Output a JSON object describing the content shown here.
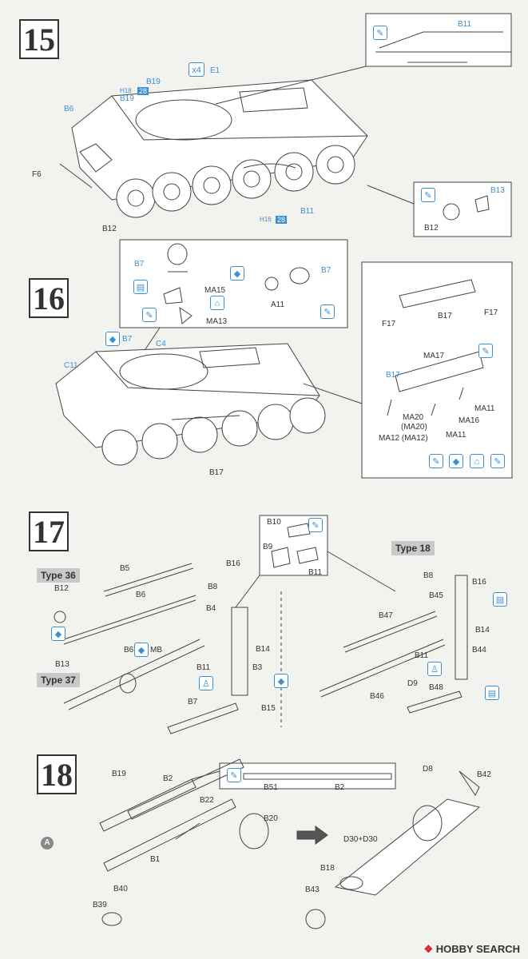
{
  "steps": [
    "15",
    "16",
    "17",
    "18"
  ],
  "step15": {
    "parts": [
      "B11",
      "E1",
      "B19",
      "B19",
      "B6",
      "F6",
      "B12",
      "B11",
      "B13",
      "B12"
    ],
    "x4": "x4",
    "h_ref_top": "H18",
    "h_ref_top_badge": "28",
    "h_ref_bottom": "H16",
    "h_ref_bottom_badge": "28"
  },
  "step16": {
    "parts": [
      "B7",
      "B7",
      "MA15",
      "A11",
      "MA13",
      "B7",
      "C4",
      "C11",
      "B17",
      "B17",
      "F17",
      "F17",
      "MA17",
      "B17",
      "MA11",
      "MA16",
      "MA20",
      "(MA20)",
      "MA11",
      "MA12 (MA12)"
    ]
  },
  "step17": {
    "type36": "Type 36",
    "type37": "Type 37",
    "type18": "Type 18",
    "parts_left": [
      "B5",
      "B12",
      "B6",
      "B13",
      "B6",
      "MB",
      "B7",
      "B16",
      "B8",
      "B4",
      "B14",
      "B11",
      "B3",
      "B15"
    ],
    "parts_box": [
      "B10",
      "B9",
      "B11"
    ],
    "parts_right": [
      "B8",
      "B16",
      "B45",
      "B47",
      "B14",
      "B44",
      "B11",
      "D9",
      "B48",
      "B46"
    ]
  },
  "step18": {
    "parts": [
      "B19",
      "B2",
      "B22",
      "B20",
      "B1",
      "B40",
      "B39",
      "B51",
      "B2",
      "D8",
      "B42",
      "D30+D30",
      "B18",
      "B43"
    ],
    "circle": "A"
  },
  "brand": {
    "logo": "HOBBY",
    "text": "SEARCH"
  }
}
